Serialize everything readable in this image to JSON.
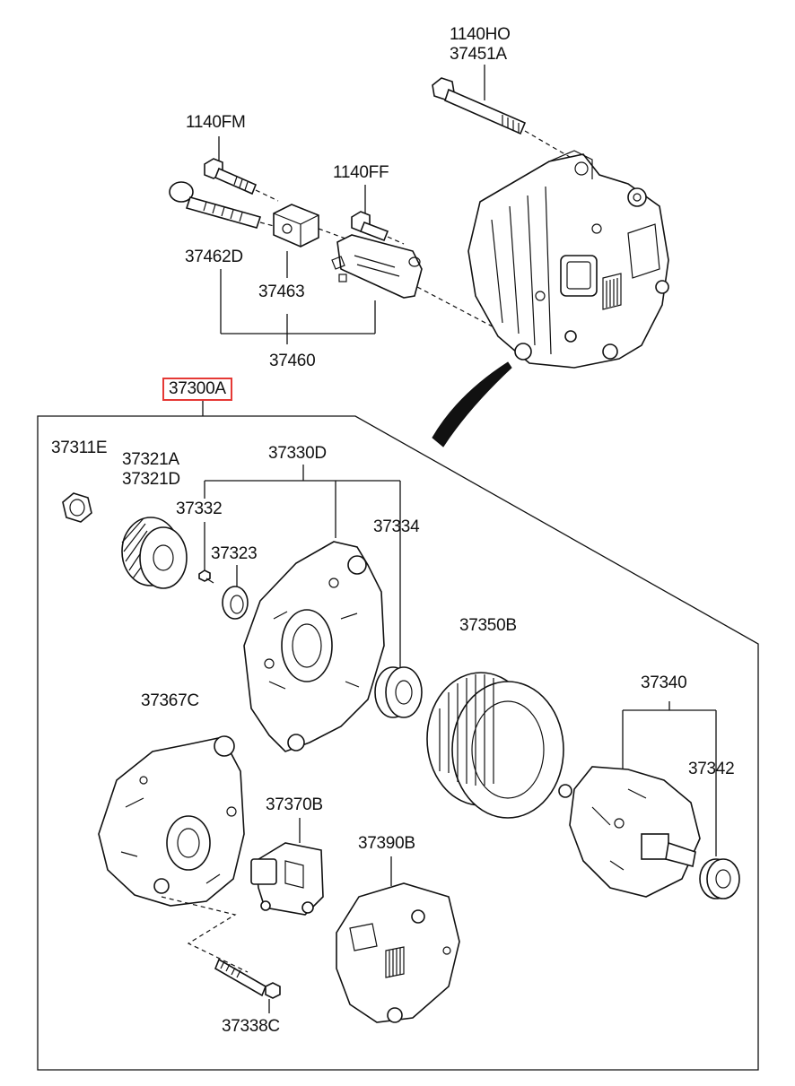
{
  "parts": {
    "p_1140HO": "1140HO",
    "p_37451A": "37451A",
    "p_1140FM": "1140FM",
    "p_1140FF": "1140FF",
    "p_37462D": "37462D",
    "p_37463": "37463",
    "p_37460": "37460",
    "p_37300A": "37300A",
    "p_37311E": "37311E",
    "p_37321A": "37321A",
    "p_37321D": "37321D",
    "p_37330D": "37330D",
    "p_37332": "37332",
    "p_37334": "37334",
    "p_37323": "37323",
    "p_37350B": "37350B",
    "p_37340": "37340",
    "p_37367C": "37367C",
    "p_37342": "37342",
    "p_37370B": "37370B",
    "p_37390B": "37390B",
    "p_37338C": "37338C"
  },
  "highlight_color": "#e53935"
}
